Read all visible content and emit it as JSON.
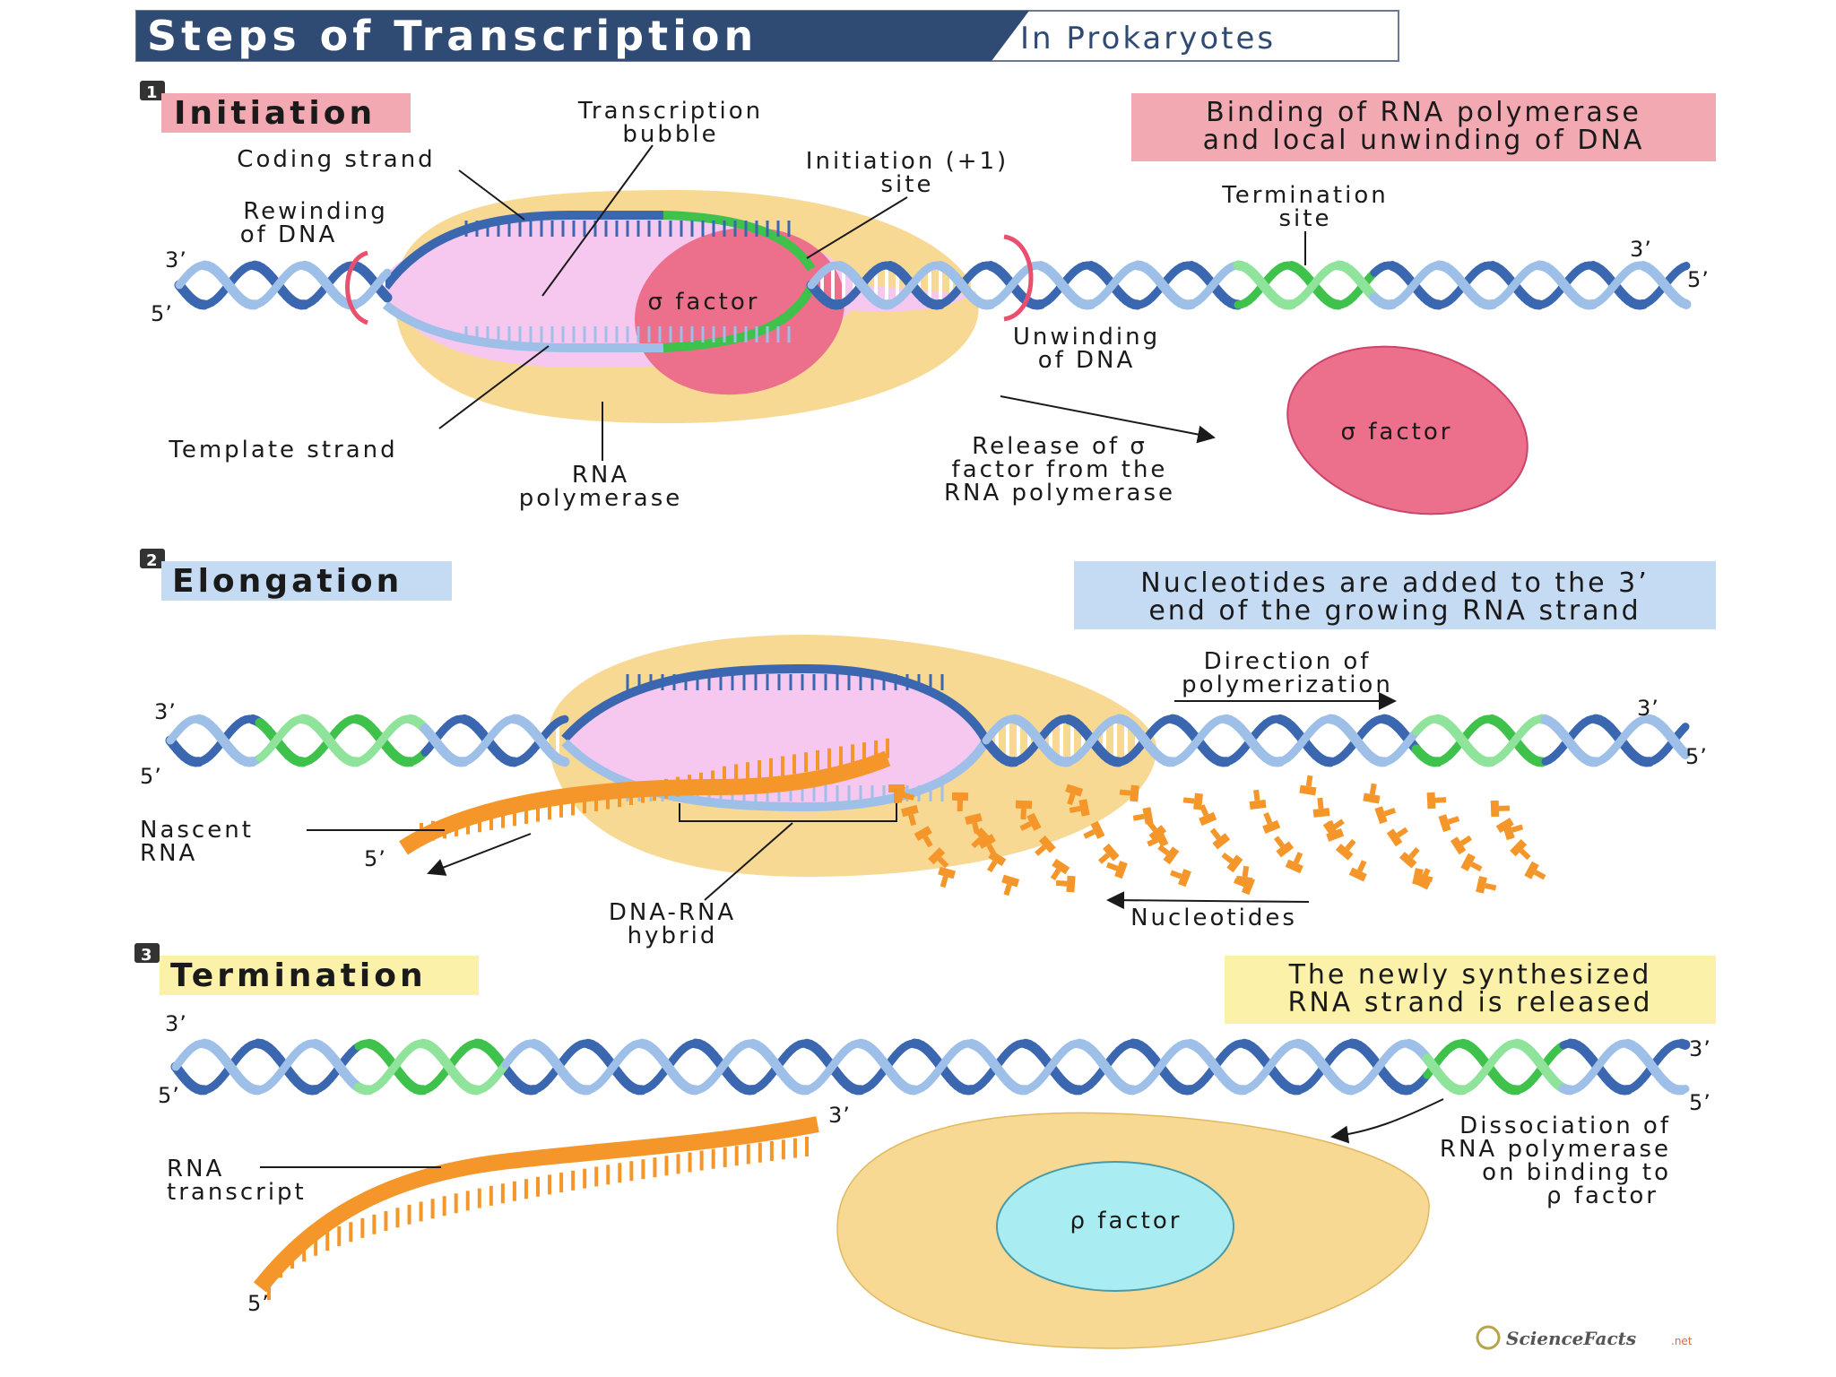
{
  "header": {
    "title": "Steps of Transcription",
    "subtitle": "In Prokaryotes"
  },
  "colors": {
    "title_bg": "#2f4a73",
    "dark_strand": "#3a67b0",
    "light_strand": "#9dbfe8",
    "green": "#3ec24b",
    "bubble": "#f6c8f0",
    "polymerase": "#f7d994",
    "sigma": "#ec6f8b",
    "rho": "#a9ecf2",
    "rna": "#f5962a",
    "initiation_label_bg": "#f2a9b2",
    "elongation_label_bg": "#c5dbf4",
    "termination_label_bg": "#fbf1a8"
  },
  "initiation": {
    "number": "1",
    "title": "Initiation",
    "summary_line1": "Binding of RNA polymerase",
    "summary_line2": "and local unwinding of DNA",
    "coding_strand": "Coding strand",
    "bubble_l1": "Transcription",
    "bubble_l2": "bubble",
    "initsite_l1": "Initiation (+1)",
    "initsite_l2": "site",
    "rewind_l1": "Rewinding",
    "rewind_l2": "of DNA",
    "term_site_l1": "Termination",
    "term_site_l2": "site",
    "sigma_in": "σ factor",
    "unwind_l1": "Unwinding",
    "unwind_l2": "of DNA",
    "template_strand": "Template strand",
    "rnap_l1": "RNA",
    "rnap_l2": "polymerase",
    "release_l1": "Release of σ",
    "release_l2": "factor from the",
    "release_l3": "RNA polymerase",
    "sigma_free": "σ factor",
    "end_3_left": "3’",
    "end_5_left": "5’",
    "end_3_right": "3’",
    "end_5_right": "5’"
  },
  "elongation": {
    "number": "2",
    "title": "Elongation",
    "summary_line1": "Nucleotides are added to the 3’",
    "summary_line2": "end of the growing RNA strand",
    "direction_l1": "Direction of",
    "direction_l2": "polymerization",
    "nascent_l1": "Nascent",
    "nascent_l2": "RNA",
    "rna_5": "5’",
    "hybrid_l1": "DNA-RNA",
    "hybrid_l2": "hybrid",
    "nucleotides": "Nucleotides",
    "end_3_left": "3’",
    "end_5_left": "5’",
    "end_3_right": "3’",
    "end_5_right": "5’"
  },
  "termination": {
    "number": "3",
    "title": "Termination",
    "summary_line1": "The newly synthesized",
    "summary_line2": "RNA strand is released",
    "transcript_l1": "RNA",
    "transcript_l2": "transcript",
    "rna_3": "3’",
    "rna_5": "5’",
    "dissoc_l1": "Dissociation of",
    "dissoc_l2": "RNA polymerase",
    "dissoc_l3": "on binding to",
    "dissoc_l4": "ρ factor",
    "rho": "ρ factor",
    "end_3_left": "3’",
    "end_5_left": "5’",
    "end_3_right": "3’",
    "end_5_right": "5’"
  },
  "logo": {
    "text": "ScienceFacts",
    "suffix": ".net"
  }
}
